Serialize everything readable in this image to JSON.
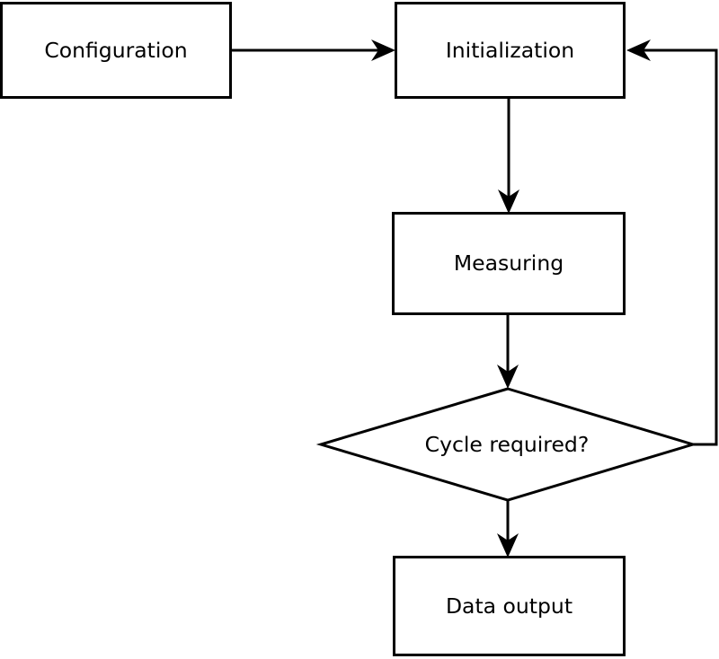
{
  "flowchart": {
    "nodes": {
      "configuration": {
        "label": "Configuration",
        "shape": "rectangle"
      },
      "initialization": {
        "label": "Initialization",
        "shape": "rectangle"
      },
      "measuring": {
        "label": "Measuring",
        "shape": "rectangle"
      },
      "decision": {
        "label": "Cycle required?",
        "shape": "diamond"
      },
      "data_output": {
        "label": "Data output",
        "shape": "rectangle"
      }
    },
    "edges": [
      {
        "from": "configuration",
        "to": "initialization"
      },
      {
        "from": "initialization",
        "to": "measuring"
      },
      {
        "from": "measuring",
        "to": "decision"
      },
      {
        "from": "decision",
        "to": "data_output"
      },
      {
        "from": "decision",
        "to": "initialization"
      }
    ],
    "colors": {
      "line": "#000000",
      "node_fill": "#ffffff",
      "text": "#000000",
      "background": "#ffffff"
    }
  }
}
